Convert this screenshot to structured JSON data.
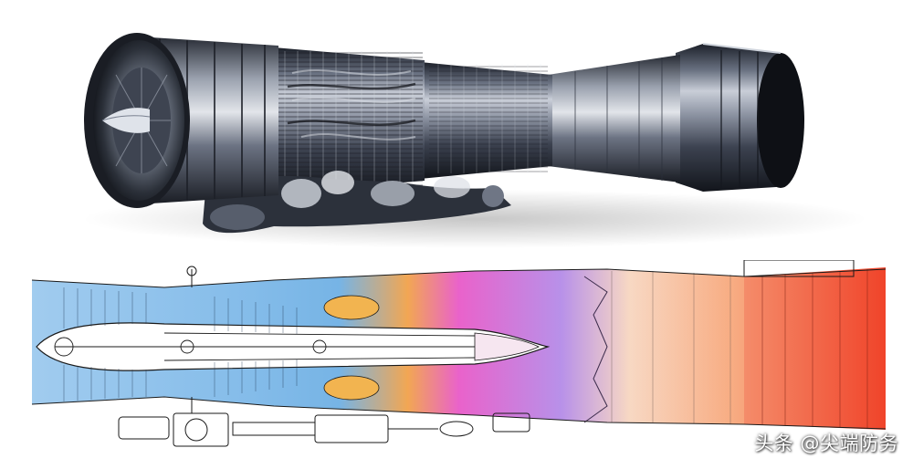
{
  "watermark": {
    "text": "头条 @尖端防务"
  },
  "colors": {
    "background": "#ffffff",
    "inlet_blue": "#9cc9ee",
    "core_blue": "#6fb0e4",
    "combustor_orange": "#f1a24a",
    "turbine_magenta": "#e85ac8",
    "nozzle_violet": "#b48be8",
    "exhaust_peach": "#f7c2a0",
    "afterburner_red": "#f0442a",
    "metal_dark": "#2a2f3a"
  },
  "figures": {
    "photo": "jet-engine-photograph",
    "diagram": "jet-engine-cutaway-diagram"
  }
}
